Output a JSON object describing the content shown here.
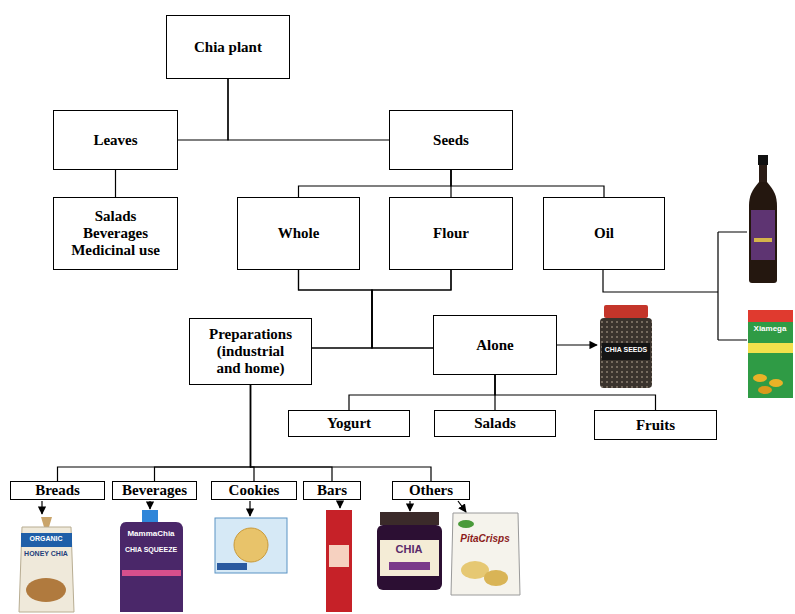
{
  "diagram": {
    "nodes": [
      {
        "text": [
          "Chia plant"
        ]
      },
      {
        "text": [
          "Leaves"
        ]
      },
      {
        "text": [
          "Seeds"
        ]
      },
      {
        "text": [
          "Salads Beverages Medicinal use"
        ]
      },
      {
        "text": [
          "Whole"
        ]
      },
      {
        "text": [
          "Flour"
        ]
      },
      {
        "text": [
          "Oil"
        ]
      },
      {
        "text": [
          "Preparations (industrial and home)"
        ]
      },
      {
        "text": [
          "Alone"
        ]
      },
      {
        "text": [
          "Yogurt"
        ]
      },
      {
        "text": [
          "Salads"
        ]
      },
      {
        "text": [
          "Fruits"
        ]
      },
      {
        "text": [
          "Breads"
        ]
      },
      {
        "text": [
          "Beverages"
        ]
      },
      {
        "text": [
          "Cookies"
        ]
      },
      {
        "text": [
          "Bars"
        ]
      },
      {
        "text": [
          "Others"
        ]
      }
    ],
    "edges": [
      {
        "from": 0,
        "to": 1,
        "arrow": "none"
      },
      {
        "from": 0,
        "to": 2,
        "arrow": "none"
      },
      {
        "from": 1,
        "to": 3,
        "arrow": "none"
      },
      {
        "from": 2,
        "to": 4,
        "arrow": "none"
      },
      {
        "from": 2,
        "to": 5,
        "arrow": "none"
      },
      {
        "from": 2,
        "to": 6,
        "arrow": "none"
      },
      {
        "from": 4,
        "to": 7,
        "arrow": "none"
      },
      {
        "from": 4,
        "to": 8,
        "arrow": "none"
      },
      {
        "from": 5,
        "to": 7,
        "arrow": "none"
      },
      {
        "from": 5,
        "to": 8,
        "arrow": "none"
      },
      {
        "from": 8,
        "to": 9,
        "arrow": "none"
      },
      {
        "from": 8,
        "to": 10,
        "arrow": "none"
      },
      {
        "from": 8,
        "to": 11,
        "arrow": "none"
      },
      {
        "from": 7,
        "to": 12,
        "arrow": "none"
      },
      {
        "from": 7,
        "to": 13,
        "arrow": "none"
      },
      {
        "from": 7,
        "to": 14,
        "arrow": "none"
      },
      {
        "from": 7,
        "to": 15,
        "arrow": "none"
      },
      {
        "from": 7,
        "to": 16,
        "arrow": "none"
      }
    ],
    "labels": [
      "Xiamega",
      "CHIA SEEDS",
      "ORGANIC",
      "HONEY CHIA",
      "MammaChia",
      "CHIA SQUEEZE",
      "CHIA",
      "PitaCrisps"
    ]
  }
}
